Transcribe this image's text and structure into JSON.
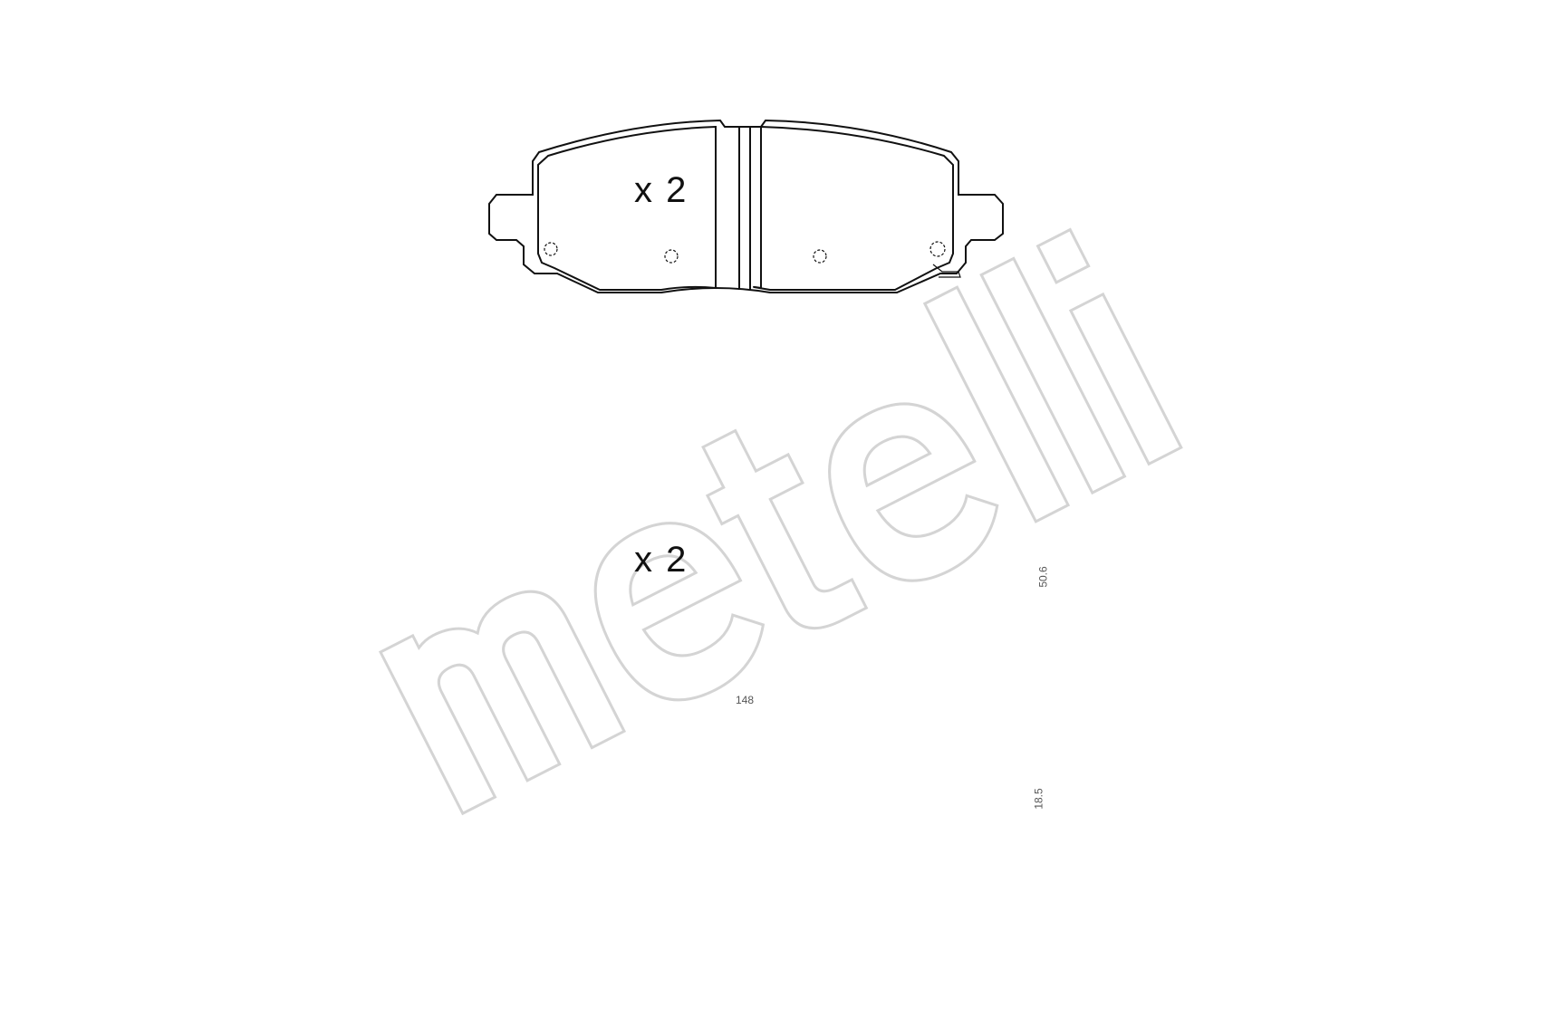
{
  "drawing": {
    "subject": "Brake pad set technical drawing",
    "watermark": "metelli",
    "colors": {
      "line": "#111111",
      "dimension": "#777777",
      "watermark": "#d9d9d9",
      "background": "#ffffff"
    },
    "views": [
      {
        "name": "pad-front-view-top",
        "quantity_label": "x 2"
      },
      {
        "name": "pad-side-view-top"
      },
      {
        "name": "pad-front-view-bottom",
        "quantity_label": "x 2"
      },
      {
        "name": "pad-side-view-bottom"
      }
    ],
    "dimensions": {
      "width": "148",
      "height": "50.6",
      "thickness": "18.5"
    }
  }
}
